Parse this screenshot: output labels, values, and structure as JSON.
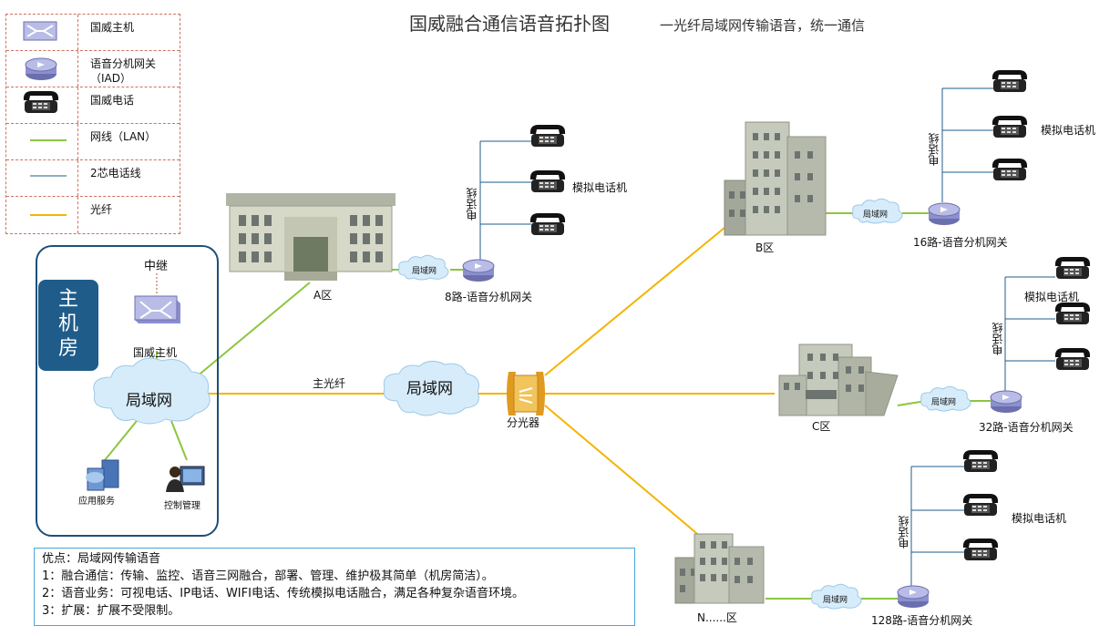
{
  "title": "国威融合通信语音拓扑图",
  "subtitle": "一光纤局域网传输语音，统一通信",
  "legend": [
    {
      "icon": "host-icon",
      "label": "国威主机"
    },
    {
      "icon": "gateway-icon",
      "label": "语音分机网关",
      "label2": "（IAD）"
    },
    {
      "icon": "phone-icon",
      "label": "国威电话"
    },
    {
      "icon": "lan-line",
      "label": "网线（LAN）",
      "color": "#8cc63f"
    },
    {
      "icon": "phone-line",
      "label": "2芯电话线",
      "color": "#1f5c8a"
    },
    {
      "icon": "fiber-line",
      "label": "光纤",
      "color": "#f5b400"
    }
  ],
  "colors": {
    "lan": "#8cc63f",
    "phone_wire": "#1f5c8a",
    "fiber": "#f5b400",
    "cloud": "#d7ecfa"
  },
  "main_room": {
    "badge": "主\n机\n房",
    "relay": "中继",
    "host": "国威主机",
    "lan": "局域网",
    "app_server": "应用服务",
    "control": "控制管理"
  },
  "backbone": {
    "fiber_label": "主光纤",
    "lan": "局域网",
    "splitter": "分光器"
  },
  "zones": {
    "a": {
      "name": "A区",
      "lan": "局域网",
      "gateway": "8路-语音分机网关",
      "wire": "电话线",
      "phones": "模拟电话机"
    },
    "b": {
      "name": "B区",
      "lan": "局域网",
      "gateway": "16路-语音分机网关",
      "wire": "电话线",
      "phones": "模拟电话机"
    },
    "c": {
      "name": "C区",
      "lan": "局域网",
      "gateway": "32路-语音分机网关",
      "wire": "电话线",
      "phones": "模拟电话机"
    },
    "n": {
      "name": "N......区",
      "lan": "局域网",
      "gateway": "128路-语音分机网关",
      "wire": "电话线",
      "phones": "模拟电话机"
    }
  },
  "notes": [
    "优点：局域网传输语音",
    "1：融合通信：传输、监控、语音三网融合，部署、管理、维护极其简单（机房简洁）。",
    "2：语音业务：可视电话、IP电话、WIFI电话、传统模拟电话融合，满足各种复杂语音环境。",
    "3：扩展：扩展不受限制。"
  ]
}
